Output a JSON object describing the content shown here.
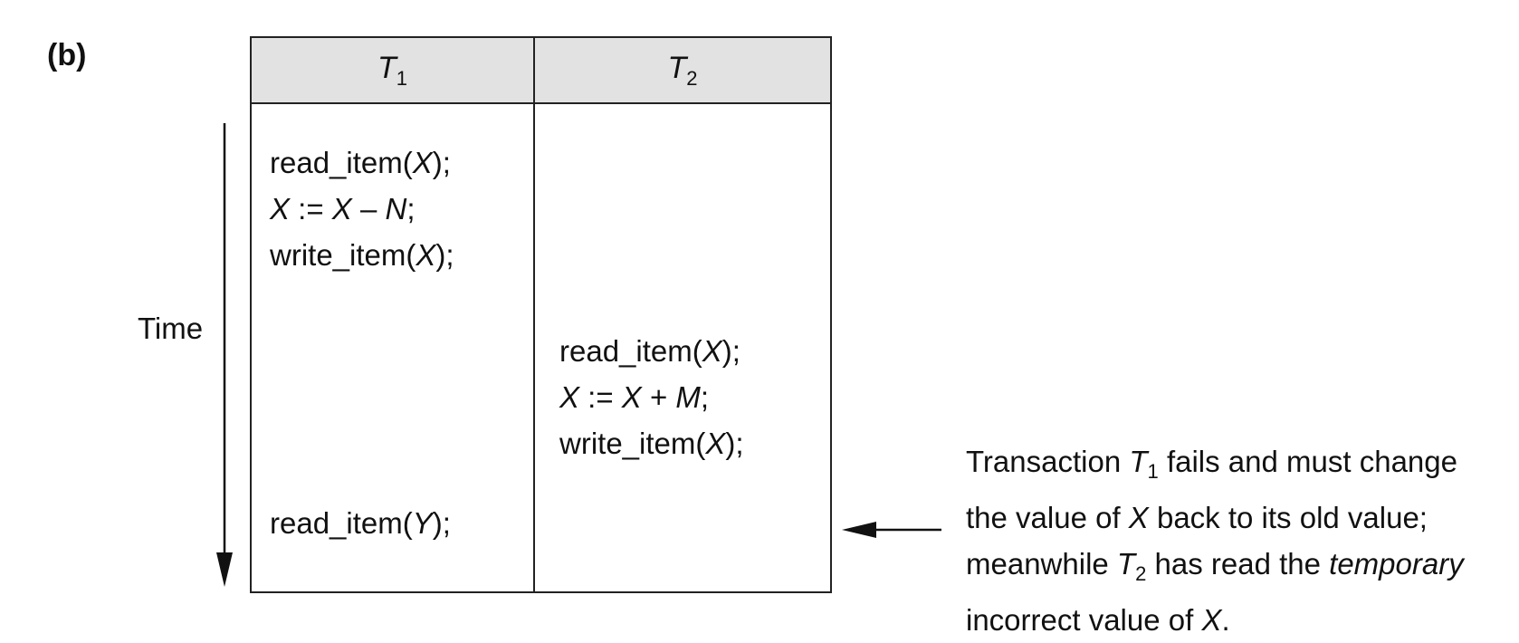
{
  "figure_label": "(b)",
  "table": {
    "headers": [
      {
        "var": "T",
        "sub": "1"
      },
      {
        "var": "T",
        "sub": "2"
      }
    ],
    "t1_ops_group1": [
      {
        "pre": "read_item(",
        "it": "X",
        "post": ");"
      },
      {
        "pre": "",
        "it": "X",
        "post": " := ",
        "it2": "X",
        "post2": " – ",
        "it3": "N",
        "post3": ";"
      },
      {
        "pre": "write_item(",
        "it": "X",
        "post": ");"
      }
    ],
    "t2_ops": [
      {
        "pre": "read_item(",
        "it": "X",
        "post": ");"
      },
      {
        "pre": "",
        "it": "X",
        "post": " := ",
        "it2": "X",
        "post2": " + ",
        "it3": "M",
        "post3": ";"
      },
      {
        "pre": "write_item(",
        "it": "X",
        "post": ");"
      }
    ],
    "t1_ops_group2": [
      {
        "pre": "read_item(",
        "it": "Y",
        "post": ");"
      }
    ]
  },
  "time_label": "Time",
  "annotation": {
    "line1_a": "Transaction ",
    "line1_var": "T",
    "line1_sub": "1",
    "line1_b": " fails and must change",
    "line2_a": "the value of ",
    "line2_var": "X",
    "line2_b": " back to its old value;",
    "line3_a": "meanwhile ",
    "line3_var": "T",
    "line3_sub": "2",
    "line3_b": " has read the ",
    "line3_it": "temporary",
    "line4_a": "incorrect value of ",
    "line4_var": "X",
    "line4_b": "."
  }
}
